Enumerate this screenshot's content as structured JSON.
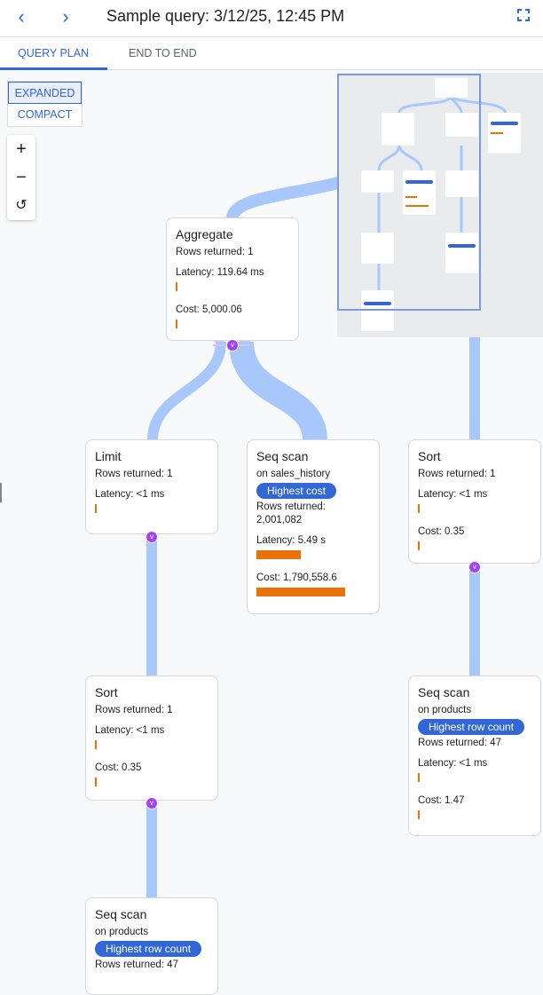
{
  "header": {
    "title": "Sample query: 3/12/25, 12:45 PM",
    "back_icon": "chevron-left-icon",
    "forward_icon": "chevron-right-icon",
    "fullscreen_icon": "fullscreen-icon"
  },
  "tabs": [
    {
      "label": "QUERY PLAN",
      "active": true
    },
    {
      "label": "END TO END",
      "active": false
    }
  ],
  "view_modes": {
    "expanded": "EXPANDED",
    "compact": "COMPACT",
    "selected": "EXPANDED"
  },
  "zoom_controls": {
    "zoom_in": "+",
    "zoom_out": "−",
    "reset": "↺"
  },
  "colors": {
    "accent": "#3367d6",
    "bar": "#e8710a",
    "connector": "#a8c7fa",
    "expand": "#a142f4"
  },
  "nodes": [
    {
      "id": "aggregate",
      "title": "Aggregate",
      "rows": "Rows returned: 1",
      "latency": "Latency: 119.64 ms",
      "latency_fraction": 0.01,
      "cost": "Cost: 5,000.06",
      "cost_fraction": 0.01
    },
    {
      "id": "limit",
      "title": "Limit",
      "rows": "Rows returned: 1",
      "latency": "Latency: <1 ms",
      "latency_fraction": 0.01
    },
    {
      "id": "seqscan-sales",
      "title": "Seq scan",
      "on": "on sales_history",
      "badge": "Highest cost",
      "rows_label": "Rows returned:",
      "rows_value": "2,001,082",
      "latency": "Latency: 5.49 s",
      "latency_fraction": 0.5,
      "cost": "Cost: 1,790,558.6",
      "cost_fraction": 1.0
    },
    {
      "id": "sort-right",
      "title": "Sort",
      "rows": "Rows returned: 1",
      "latency": "Latency: <1 ms",
      "latency_fraction": 0.01,
      "cost": "Cost: 0.35",
      "cost_fraction": 0.01
    },
    {
      "id": "sort-left",
      "title": "Sort",
      "rows": "Rows returned: 1",
      "latency": "Latency: <1 ms",
      "latency_fraction": 0.01,
      "cost": "Cost: 0.35",
      "cost_fraction": 0.01
    },
    {
      "id": "seqscan-products-right",
      "title": "Seq scan",
      "on": "on products",
      "badge": "Highest row count",
      "rows": "Rows returned: 47",
      "latency": "Latency: <1 ms",
      "latency_fraction": 0.01,
      "cost": "Cost: 1.47",
      "cost_fraction": 0.01
    },
    {
      "id": "seqscan-products-bottom",
      "title": "Seq scan",
      "on": "on products",
      "badge": "Highest row count",
      "rows": "Rows returned: 47"
    }
  ]
}
